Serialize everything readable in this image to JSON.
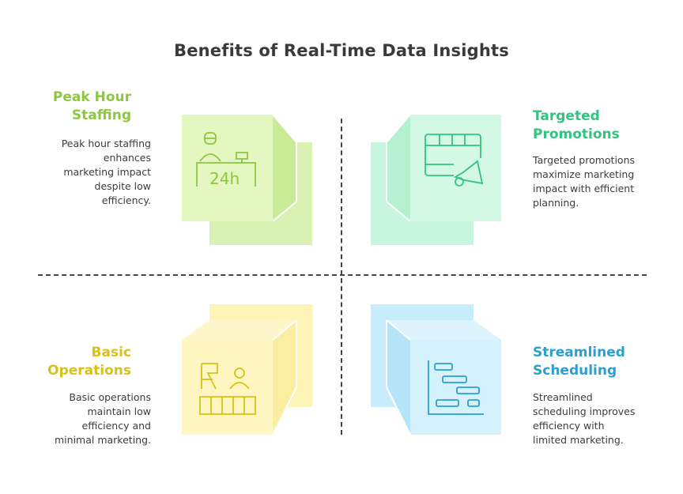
{
  "title": "Benefits of Real-Time Data Insights",
  "quadrants": [
    {
      "title_line1": "Peak Hour",
      "title_line2": "Staffing",
      "desc_lines": [
        "Peak hour staffing",
        "enhances",
        "marketing impact",
        "despite low",
        "efficiency."
      ],
      "color": "#8dc63f",
      "icon": "reception-24h-icon",
      "icon_text": "24h"
    },
    {
      "title_line1": "Targeted",
      "title_line2": "Promotions",
      "desc_lines": [
        "Targeted promotions",
        "maximize marketing",
        "impact with efficient",
        "planning."
      ],
      "color": "#33c27f",
      "icon": "calendar-megaphone-icon"
    },
    {
      "title_line1": "Basic",
      "title_line2": "Operations",
      "desc_lines": [
        "Basic operations",
        "maintain low",
        "efficiency and",
        "minimal marketing."
      ],
      "color": "#d9c11a",
      "icon": "operations-board-icon"
    },
    {
      "title_line1": "Streamlined",
      "title_line2": "Scheduling",
      "desc_lines": [
        "Streamlined",
        "scheduling improves",
        "efficiency with",
        "limited marketing."
      ],
      "color": "#2a9fd0",
      "icon": "gantt-chart-icon"
    }
  ]
}
